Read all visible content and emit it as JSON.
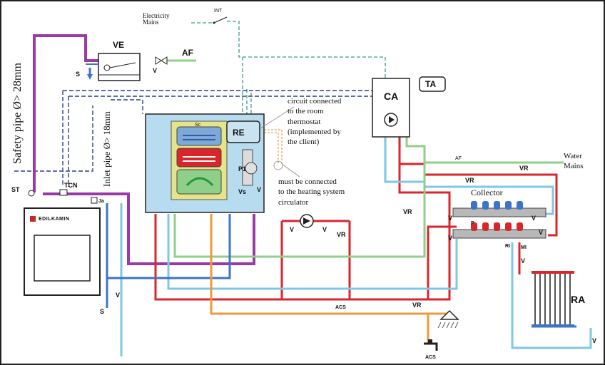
{
  "labels": {
    "electricity_mains": "Electricity\nMains",
    "int": "INT",
    "ve": "VE",
    "af_top": "AF",
    "v_af": "V",
    "s_top": "S",
    "safety_pipe": "Safety pipe Ø> 28mm",
    "inlet_pipe": "Inlet pipe Ø> 18mm",
    "ca": "CA",
    "ta": "TA",
    "re": "RE",
    "circuit_note": "circuit connected\nto the room\nthermostat\n(implemented by\nthe client)",
    "circulator_note": "must be connected\nto the heating system\ncirculator",
    "sc": "Sc",
    "p1": "P1",
    "vs": "Vs",
    "v_tank": "V",
    "st": "ST",
    "tcn": "TCN",
    "ja": "Ja",
    "brand": "EDILKAMIN",
    "v_bottom": "V",
    "s_bottom": "S",
    "af_right": "AF",
    "water_mains": "Water\nMains",
    "vr_1": "VR",
    "vr_2": "VR",
    "collector": "Collector",
    "vr_3": "VR",
    "v_pump_left": "V",
    "v_pump_right": "V",
    "vr_4": "VR",
    "v_coll_1": "V",
    "v_coll_2": "V",
    "p_coll": "P",
    "v_coll_3": "V",
    "v_coll_4": "V",
    "ri": "RI",
    "mi": "MI",
    "v_rad": "V",
    "ra": "RA",
    "v_rad_bottom": "V",
    "acs_mid": "ACS",
    "vr_5": "VR",
    "acs_bottom": "ACS"
  },
  "colors": {
    "purple": "#9a3aa8",
    "blue_dark": "#2a3f8f",
    "blue": "#3b74c8",
    "light_blue": "#7ec8e6",
    "green": "#8fcf8a",
    "red": "#d8262b",
    "orange": "#ee9a3a",
    "dashed": "#3a9a8e",
    "tank_bg": "#b8dcef",
    "tank_inner": "#e6e48a"
  }
}
